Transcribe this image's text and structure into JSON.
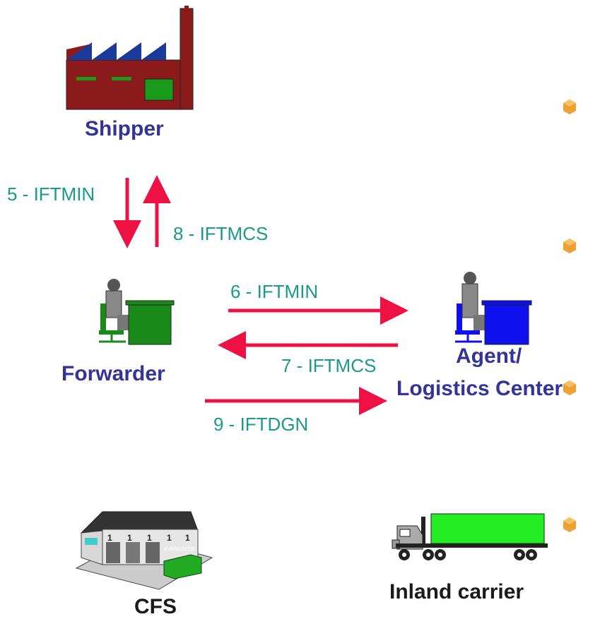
{
  "nodes": {
    "shipper": {
      "label": "Shipper"
    },
    "forwarder": {
      "label": "Forwarder"
    },
    "agent": {
      "label_line1": "Agent/",
      "label_line2": "Logistics Center"
    },
    "cfs": {
      "label": "CFS",
      "building_sign": "EVERGREEN"
    },
    "inland_carrier": {
      "label": "Inland carrier"
    }
  },
  "messages": [
    {
      "id": "m5",
      "label": "5 - IFTMIN"
    },
    {
      "id": "m8",
      "label": "8 - IFTMCS"
    },
    {
      "id": "m6",
      "label": "6 - IFTMIN"
    },
    {
      "id": "m7",
      "label": "7 - IFTMCS"
    },
    {
      "id": "m9",
      "label": "9 - IFTDGN"
    }
  ],
  "colors": {
    "node_label": "#333399",
    "message_label": "#1a9a8a",
    "arrow": "#ee1144",
    "factory": "#8b1a1a",
    "forwarder_desk": "#1a8a1a",
    "agent_desk": "#1010ee",
    "truck_container": "#22ee22",
    "bullet": "#f0a030"
  }
}
